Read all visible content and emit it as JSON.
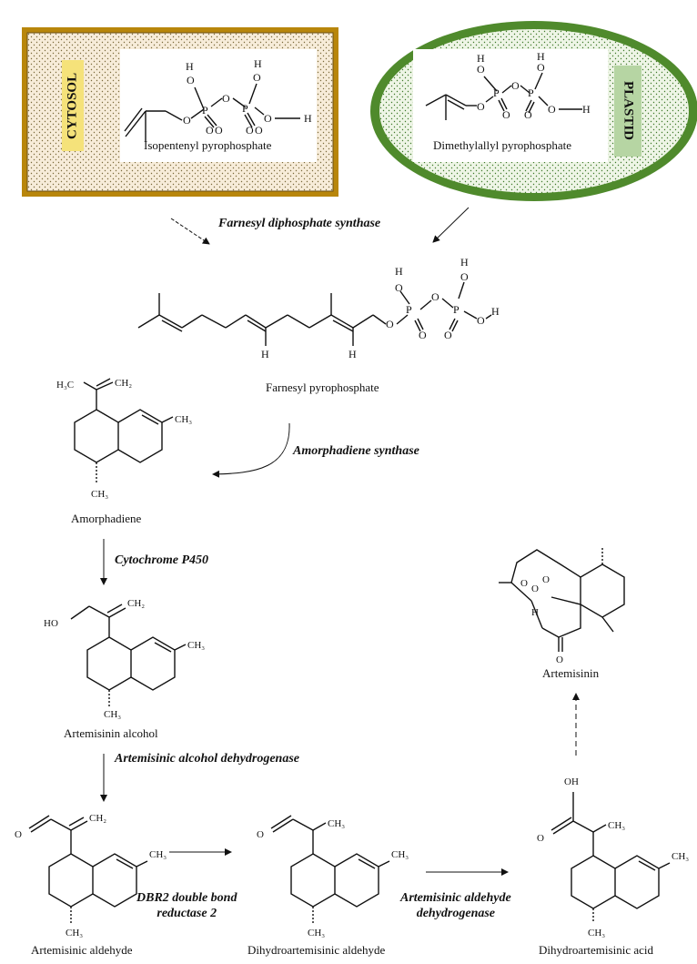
{
  "compartments": {
    "cytosol": "CYTOSOL",
    "plastid": "PLASTID"
  },
  "compounds": {
    "ipp": "Isopentenyl pyrophosphate",
    "dmapp": "Dimethylallyl pyrophosphate",
    "fpp": "Farnesyl pyrophosphate",
    "amorphadiene": "Amorphadiene",
    "art_alcohol": "Artemisinin alcohol",
    "art_aldehyde": "Artemisinic aldehyde",
    "dh_aldehyde": "Dihydroartemisinic aldehyde",
    "dh_acid": "Dihydroartemisinic acid",
    "artemisinin": "Artemisinin"
  },
  "enzymes": {
    "fds": "Farnesyl diphosphate synthase",
    "ads": "Amorphadiene synthase",
    "cyp": "Cytochrome P450",
    "adh": "Artemisinic alcohol dehydrogenase",
    "dbr2_line1": "DBR2 double bond",
    "dbr2_line2": "reductase 2",
    "aldh_line1": "Artemisinic aldehyde",
    "aldh_line2": "dehydrogenase"
  },
  "colors": {
    "cytosol_border": "#b8860b",
    "cytosol_fill": "#f6ead6",
    "cytosol_label_bg": "#f5e27a",
    "plastid_border": "#4f8a2c",
    "plastid_fill": "#edf4e5",
    "plastid_label_bg": "#b6d5a3"
  }
}
